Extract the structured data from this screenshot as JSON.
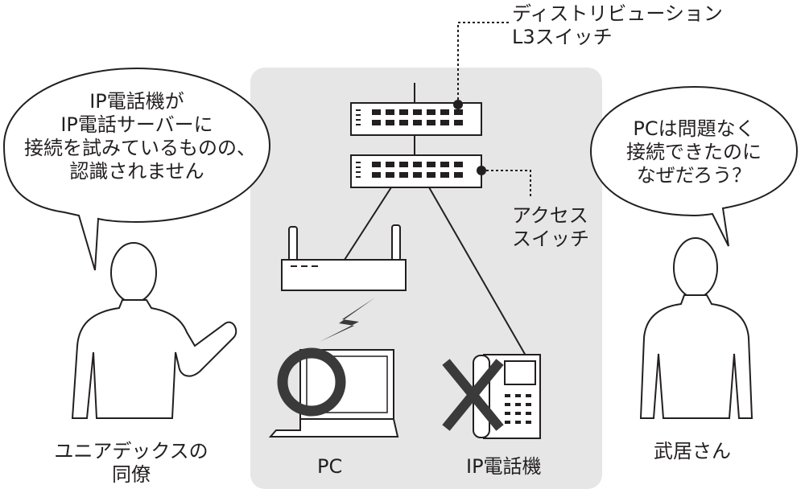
{
  "colleague_speech": [
    "IP電話機が",
    "IP電話サーバーに",
    "接続を試みているものの、",
    "認識されません"
  ],
  "takei_speech": [
    "PCは問題なく",
    "接続できたのに",
    "なぜだろう？"
  ],
  "distribution_switch_label": [
    "ディストリビューション",
    "L3スイッチ"
  ],
  "access_switch_label": [
    "アクセス",
    "スイッチ"
  ],
  "pc_label": "PC",
  "ip_phone_label": "IP電話機",
  "colleague_name": [
    "ユニアデックスの",
    "同僚"
  ],
  "takei_name": "武居さん",
  "pc_result_mark": "circle",
  "phone_result_mark": "cross",
  "colors": {
    "panel": "#e6e6e6",
    "line": "#231f20",
    "mark": "#3a3a3a",
    "device": "#ffffff"
  }
}
